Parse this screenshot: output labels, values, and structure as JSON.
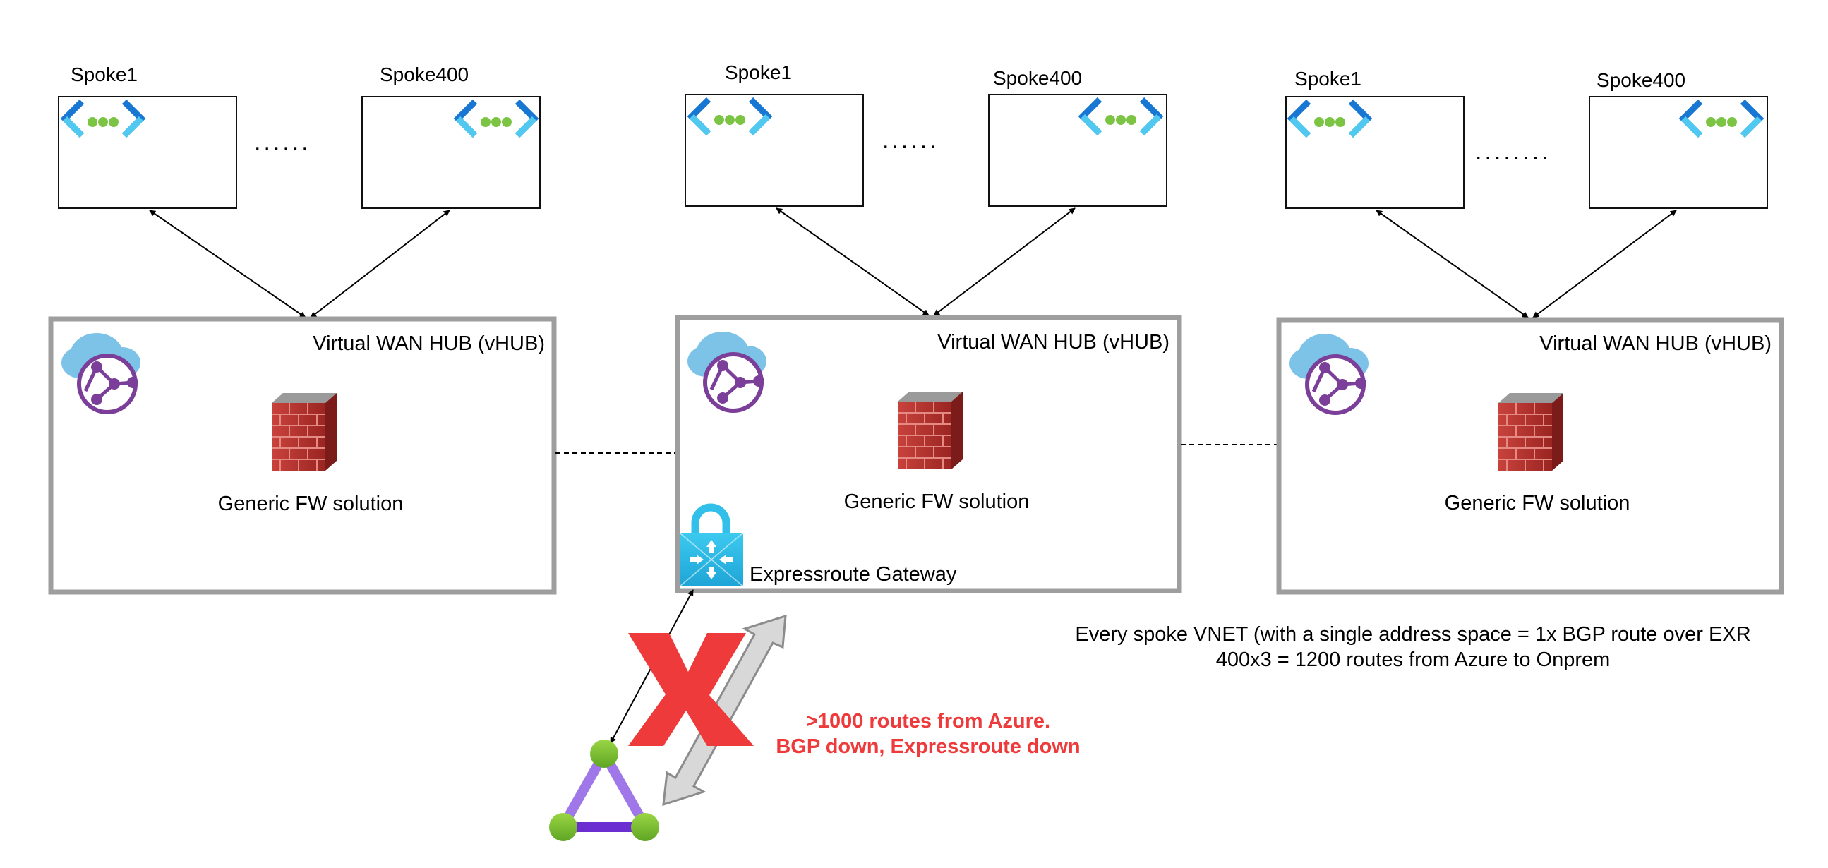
{
  "colors": {
    "hub_border": "#9e9e9e",
    "spoke_border": "#111111",
    "vnet_chevron_dark": "#1877d2",
    "vnet_chevron_light": "#50c8f0",
    "vnet_dot": "#7cc443",
    "cloud": "#7dc3e8",
    "globe": "#7b3f99",
    "firewall_brick": "#b6322e",
    "firewall_cap": "#8a8a8a",
    "gateway": "#32c0ea",
    "red_x": "#ee3a3a",
    "warning_text": "#ee3a3a",
    "onprem_node": "#79c02c",
    "onprem_edge": "#a077e8",
    "onprem_edge_dark": "#6b2fd1",
    "big_arrow_fill": "#d8d8d8",
    "big_arrow_stroke": "#8c8c8c"
  },
  "hubs": [
    {
      "hub_label": "Virtual WAN HUB (vHUB)",
      "fw_label": "Generic FW solution",
      "spokes": [
        {
          "label": "Spoke1"
        },
        {
          "label": "Spoke400"
        }
      ],
      "ellipsis": "......"
    },
    {
      "hub_label": "Virtual WAN HUB (vHUB)",
      "fw_label": "Generic FW solution",
      "gateway_label": "Expressroute Gateway",
      "spokes": [
        {
          "label": "Spoke1"
        },
        {
          "label": "Spoke400"
        }
      ],
      "ellipsis": "......"
    },
    {
      "hub_label": "Virtual WAN HUB (vHUB)",
      "fw_label": "Generic FW solution",
      "spokes": [
        {
          "label": "Spoke1"
        },
        {
          "label": "Spoke400"
        }
      ],
      "ellipsis": "........"
    }
  ],
  "note": {
    "line1": "Every spoke VNET (with a single address space = 1x BGP route over EXR",
    "line2": "400x3 = 1200 routes from Azure to Onprem"
  },
  "warning": {
    "line1": ">1000 routes from Azure.",
    "line2": "BGP down, Expressroute down"
  },
  "icons": {
    "spoke": "virtual-network-icon",
    "hub": "virtual-wan-icon",
    "firewall": "firewall-icon",
    "gateway": "expressroute-gateway-icon",
    "onprem": "onprem-network-icon",
    "failure": "red-x-icon"
  }
}
